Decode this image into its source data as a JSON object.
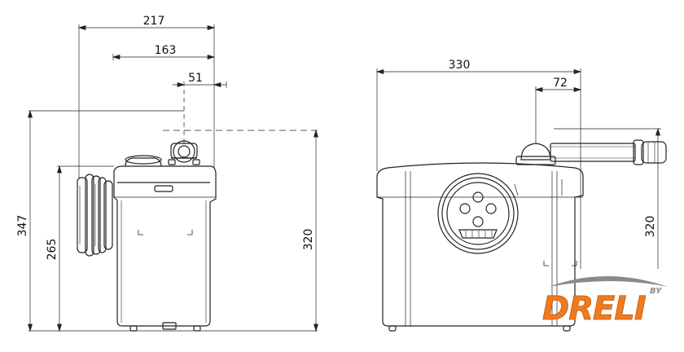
{
  "drawing": {
    "side_view": {
      "dim_width_overall": "217",
      "dim_width_mid": "163",
      "dim_width_outlet": "51",
      "dim_height_total": "347",
      "dim_height_inlet": "265",
      "dim_height_body": "320"
    },
    "front_view": {
      "dim_width_overall": "330",
      "dim_outlet_offset": "72",
      "dim_height_body": "320"
    }
  },
  "logo": {
    "brand": "DRELI",
    "by": "BY",
    "colors": {
      "orange": "#f07a1e",
      "grey": "#8a8a8a"
    }
  }
}
